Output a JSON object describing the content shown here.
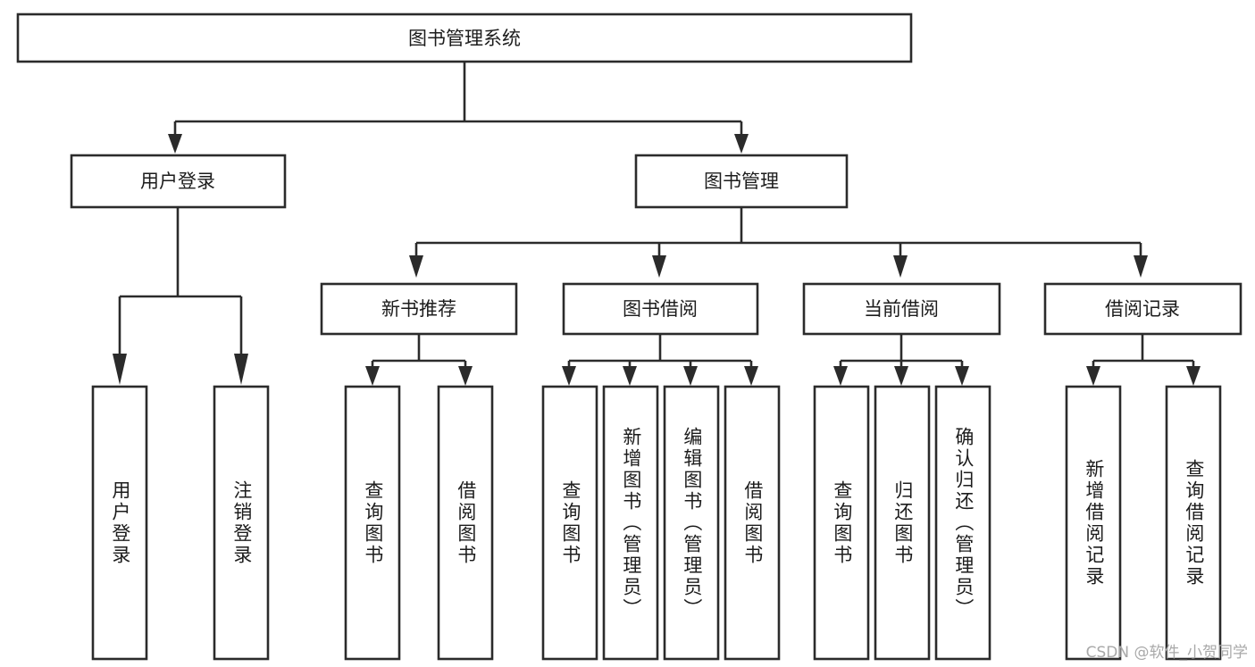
{
  "diagram": {
    "title": "图书管理系统",
    "type": "tree-hierarchy-chart",
    "root": {
      "label": "图书管理系统"
    },
    "level1": [
      {
        "label": "用户登录"
      },
      {
        "label": "图书管理"
      }
    ],
    "level2": [
      {
        "label": "新书推荐"
      },
      {
        "label": "图书借阅"
      },
      {
        "label": "当前借阅"
      },
      {
        "label": "借阅记录"
      }
    ],
    "leaves": {
      "user_login": [
        {
          "label": "用户登录"
        },
        {
          "label": "注销登录"
        }
      ],
      "new_book_recommend": [
        {
          "label": "查询图书"
        },
        {
          "label": "借阅图书"
        }
      ],
      "book_borrow": [
        {
          "label": "查询图书"
        },
        {
          "label": "新增图书（管理员）"
        },
        {
          "label": "编辑图书（管理员）"
        },
        {
          "label": "借阅图书"
        }
      ],
      "current_borrow": [
        {
          "label": "查询图书"
        },
        {
          "label": "归还图书"
        },
        {
          "label": "确认归还（管理员）"
        }
      ],
      "borrow_record": [
        {
          "label": "新增借阅记录"
        },
        {
          "label": "查询借阅记录"
        }
      ]
    }
  },
  "watermark": {
    "text": "CSDN @软件_小贺同学"
  },
  "colors": {
    "stroke": "#2b2b2b",
    "box_fill": "#ffffff",
    "text": "#1c1c1c",
    "watermark": "#a9a9a9",
    "background": "#ffffff"
  }
}
